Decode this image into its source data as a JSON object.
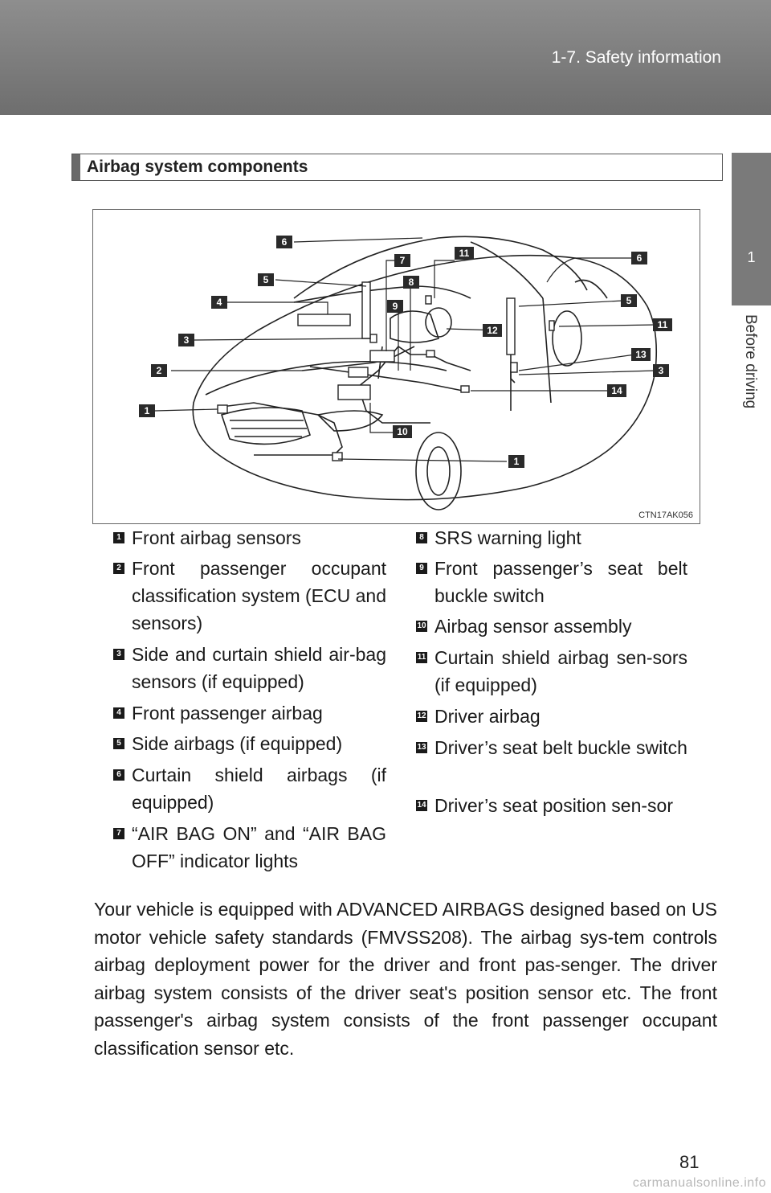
{
  "header": {
    "section": "1-7. Safety information"
  },
  "side_tab": {
    "chapter_number": "1",
    "chapter_title": "Before driving"
  },
  "section": {
    "title": "Airbag system components"
  },
  "figure": {
    "code": "CTN17AK056"
  },
  "legend": [
    {
      "num": "1",
      "text": "Front airbag sensors"
    },
    {
      "num": "2",
      "text": "Front passenger occupant classification system (ECU and sensors)"
    },
    {
      "num": "3",
      "text": "Side and curtain shield air-bag sensors (if equipped)"
    },
    {
      "num": "4",
      "text": "Front passenger airbag"
    },
    {
      "num": "5",
      "text": "Side airbags (if equipped)"
    },
    {
      "num": "6",
      "text": "Curtain shield airbags (if equipped)"
    },
    {
      "num": "7",
      "text": "“AIR BAG ON” and “AIR BAG OFF” indicator lights"
    },
    {
      "num": "8",
      "text": "SRS warning light"
    },
    {
      "num": "9",
      "text": "Front passenger’s seat belt buckle switch"
    },
    {
      "num": "10",
      "text": "Airbag sensor assembly"
    },
    {
      "num": "11",
      "text": "Curtain shield airbag sen-sors (if equipped)"
    },
    {
      "num": "12",
      "text": "Driver airbag"
    },
    {
      "num": "13",
      "text": "Driver’s seat belt buckle switch"
    },
    {
      "num": "14",
      "text": "Driver’s seat position sen-sor"
    }
  ],
  "body": "Your vehicle is equipped with ADVANCED AIRBAGS designed based on US motor vehicle safety standards (FMVSS208). The airbag sys-tem controls airbag deployment power for the driver and front pas-senger. The driver airbag system consists of the driver seat's position sensor etc. The front passenger's airbag system consists of the front passenger occupant classification sensor etc.",
  "page_number": "81",
  "watermark": "carmanualsonline.info"
}
